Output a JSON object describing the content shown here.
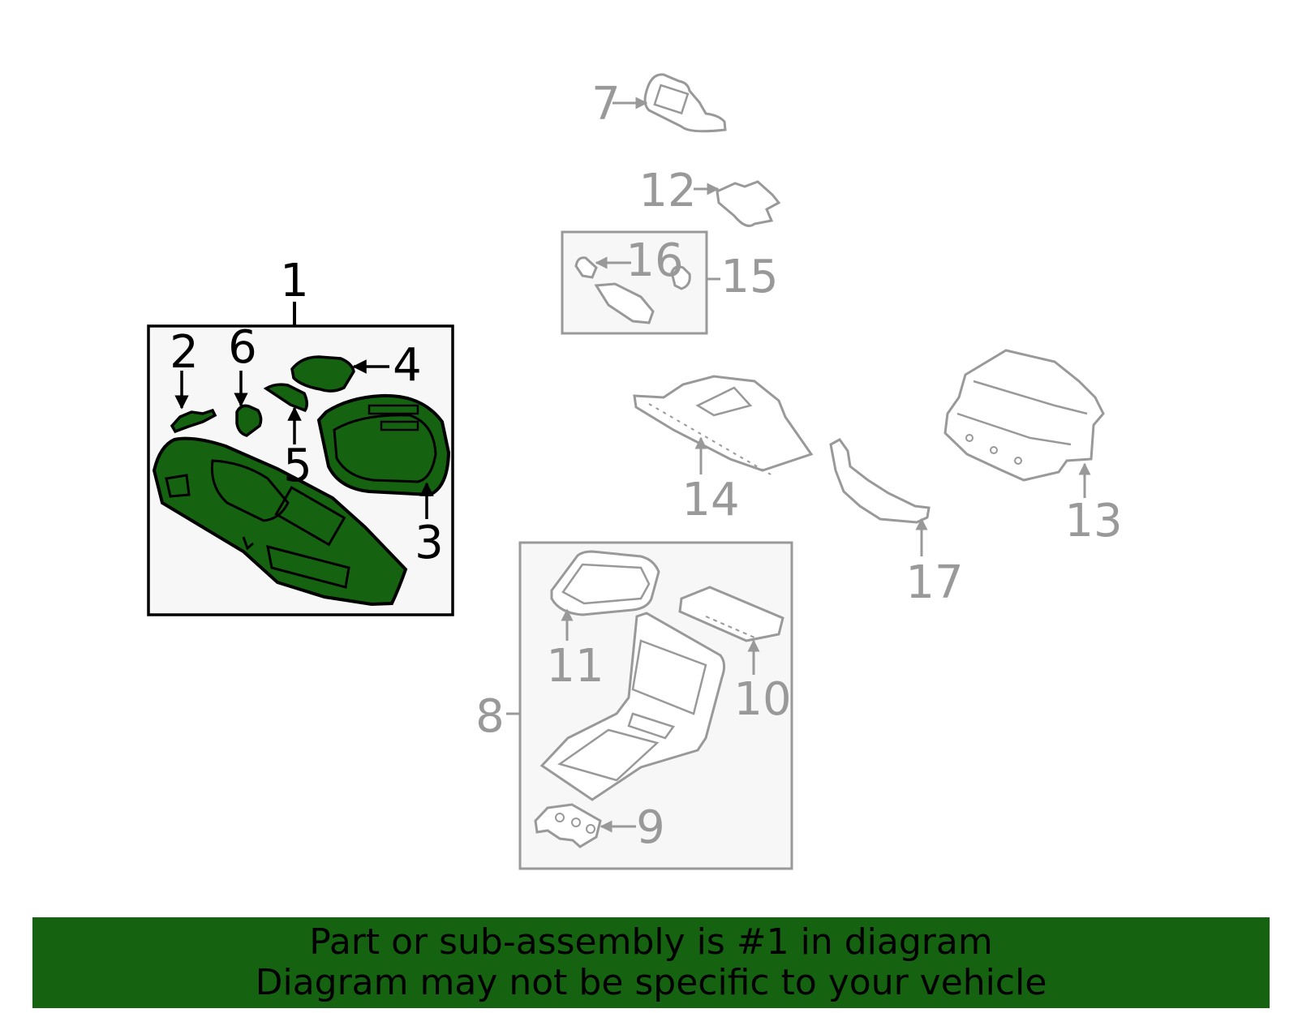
{
  "colors": {
    "highlight_fill": "#156210",
    "highlight_stroke": "#000000",
    "muted_stroke": "#999999",
    "box_fill": "#f7f7f7",
    "banner_bg": "#156210"
  },
  "callouts": {
    "c1": "1",
    "c2": "2",
    "c3": "3",
    "c4": "4",
    "c5": "5",
    "c6": "6",
    "c7": "7",
    "c8": "8",
    "c9": "9",
    "c10": "10",
    "c11": "11",
    "c12": "12",
    "c13": "13",
    "c14": "14",
    "c15": "15",
    "c16": "16",
    "c17": "17"
  },
  "banner": {
    "line1": "Part or sub-assembly is #1 in diagram",
    "line2": "Diagram may not be specific to your vehicle"
  }
}
